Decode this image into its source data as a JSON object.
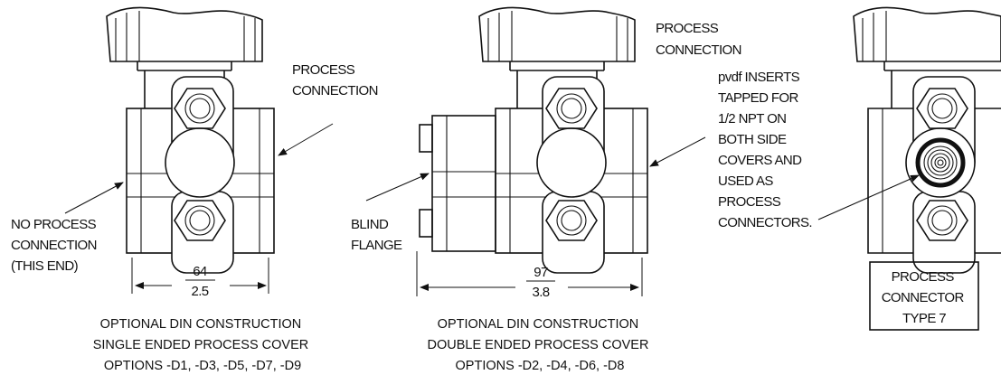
{
  "left_view": {
    "process_connection": [
      "PROCESS",
      "CONNECTION"
    ],
    "no_process_connection": [
      "NO PROCESS",
      "CONNECTION",
      "(THIS END)"
    ],
    "dim_mm": "64",
    "dim_in": "2.5",
    "caption": [
      "OPTIONAL DIN CONSTRUCTION",
      "SINGLE ENDED PROCESS COVER",
      "OPTIONS -D1, -D3, -D5, -D7, -D9"
    ]
  },
  "middle_view": {
    "process_connection": [
      "PROCESS",
      "CONNECTION"
    ],
    "blind_flange": [
      "BLIND",
      "FLANGE"
    ],
    "dim_mm": "97",
    "dim_in": "3.8",
    "caption": [
      "OPTIONAL DIN CONSTRUCTION",
      "DOUBLE ENDED PROCESS COVER",
      "OPTIONS -D2, -D4, -D6, -D8"
    ]
  },
  "right_view": {
    "inserts_note": [
      "pvdf INSERTS",
      "TAPPED FOR",
      "1/2 NPT ON",
      "BOTH SIDE",
      "COVERS AND",
      "USED AS",
      "PROCESS",
      "CONNECTORS."
    ],
    "connector_box": [
      "PROCESS",
      "CONNECTOR",
      "TYPE 7"
    ]
  },
  "colors": {
    "line": "#111111",
    "background": "#ffffff"
  }
}
